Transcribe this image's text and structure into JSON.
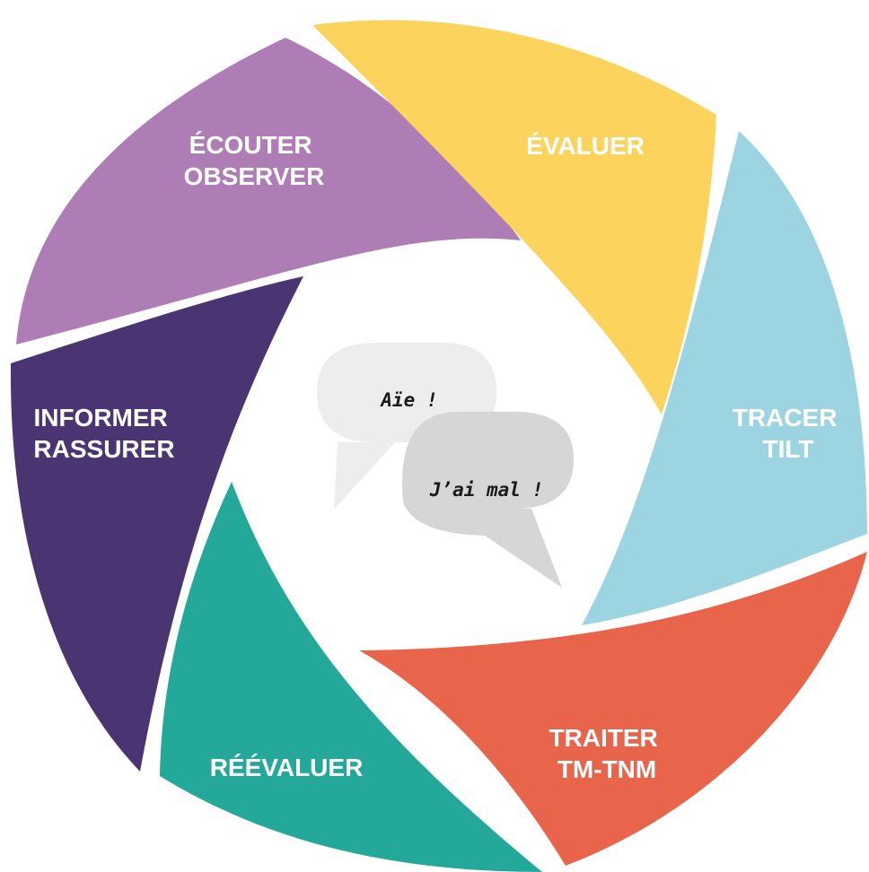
{
  "segments": [
    {
      "id": "evaluer",
      "lines": [
        "ÉVALUER"
      ],
      "color": "#FBD35D"
    },
    {
      "id": "tracer",
      "lines": [
        "TRACER",
        "TILT"
      ],
      "color": "#9DD4E1"
    },
    {
      "id": "traiter",
      "lines": [
        "TRAITER",
        "TM-TNM"
      ],
      "color": "#E8644A"
    },
    {
      "id": "reevaluer",
      "lines": [
        "RÉÉVALUER"
      ],
      "color": "#24A899"
    },
    {
      "id": "informer",
      "lines": [
        "INFORMER",
        "RASSURER"
      ],
      "color": "#4B3472"
    },
    {
      "id": "ecouter",
      "lines": [
        "ÉCOUTER",
        "OBSERVER"
      ],
      "color": "#AF7DB5"
    }
  ],
  "bubbles": {
    "first": {
      "text": "Aïe !",
      "color": "#EDEDED"
    },
    "second": {
      "text": "J’ai mal !",
      "color": "#D6D6D6"
    }
  }
}
